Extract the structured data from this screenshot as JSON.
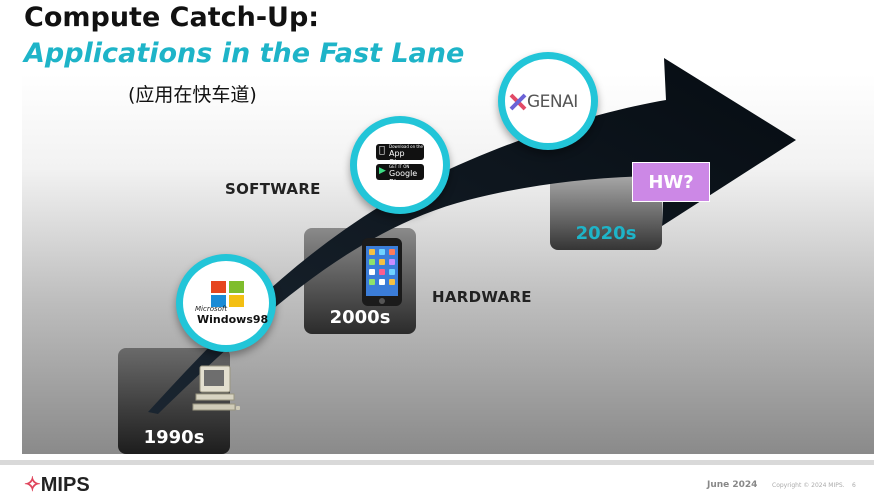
{
  "title": {
    "line1": "Compute Catch-Up:",
    "line2": "Applications in the Fast Lane"
  },
  "subtitle": "(应用在快车道)",
  "labels": {
    "software": "SOFTWARE",
    "hardware": "HARDWARE",
    "hw_question": "HW?"
  },
  "eras": {
    "e1990": "1990s",
    "e2000": "2000s",
    "e2020": "2020s"
  },
  "logos": {
    "windows_small": "Microsoft",
    "windows_big": "Windows98",
    "appstore_small": "Download on the",
    "appstore_big": "App Store",
    "googleplay_small": "GET IT ON",
    "googleplay_big": "Google Play",
    "genai": "GENAI"
  },
  "footer": {
    "brand": "MIPS",
    "date": "June 2024",
    "copyright": "Copyright © 2024 MIPS.",
    "page": "6"
  },
  "colors": {
    "accent": "#1eb4c8",
    "ring": "#22c5d8",
    "hw_box": "#cc88e6",
    "arrow": "#0c1620"
  }
}
